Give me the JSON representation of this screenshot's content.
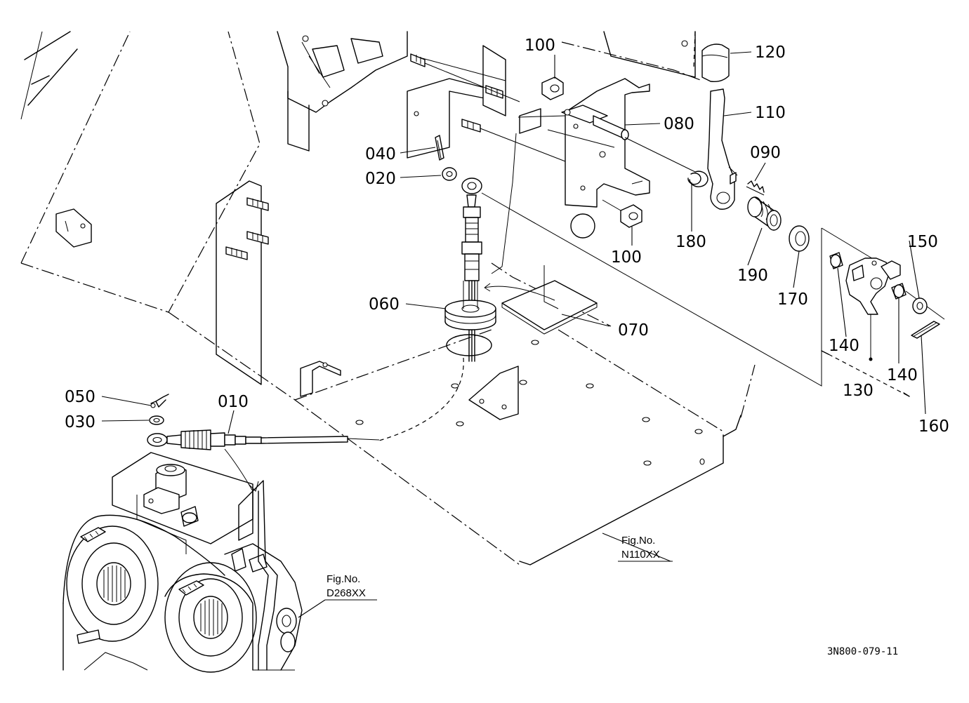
{
  "callouts": {
    "p010": "010",
    "p020": "020",
    "p030": "030",
    "p040": "040",
    "p050": "050",
    "p060": "060",
    "p070": "070",
    "p080": "080",
    "p090": "090",
    "p100a": "100",
    "p100b": "100",
    "p110": "110",
    "p120": "120",
    "p130": "130",
    "p140a": "140",
    "p140b": "140",
    "p150": "150",
    "p160": "160",
    "p170": "170",
    "p180": "180",
    "p190": "190"
  },
  "figure_refs": {
    "n110": {
      "line1": "Fig.No.",
      "line2": "N110XX"
    },
    "d268": {
      "line1": "Fig.No.",
      "line2": "D268XX"
    }
  },
  "drawing_code": "3N800-079-11"
}
